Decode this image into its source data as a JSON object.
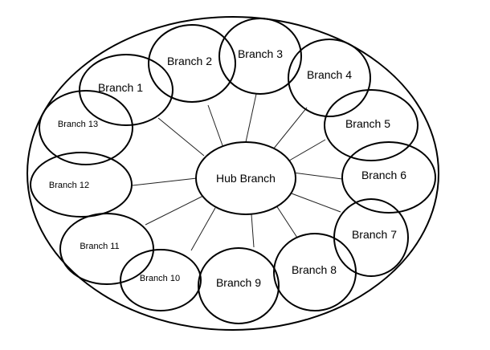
{
  "diagram": {
    "hub": {
      "label": "Hub Branch"
    },
    "branches": [
      {
        "label": "Branch 1"
      },
      {
        "label": "Branch 2"
      },
      {
        "label": "Branch 3"
      },
      {
        "label": "Branch 4"
      },
      {
        "label": "Branch 5"
      },
      {
        "label": "Branch 6"
      },
      {
        "label": "Branch 7"
      },
      {
        "label": "Branch 8"
      },
      {
        "label": "Branch 9"
      },
      {
        "label": "Branch 10"
      },
      {
        "label": "Branch 11"
      },
      {
        "label": "Branch 12"
      },
      {
        "label": "Branch 13"
      }
    ]
  }
}
